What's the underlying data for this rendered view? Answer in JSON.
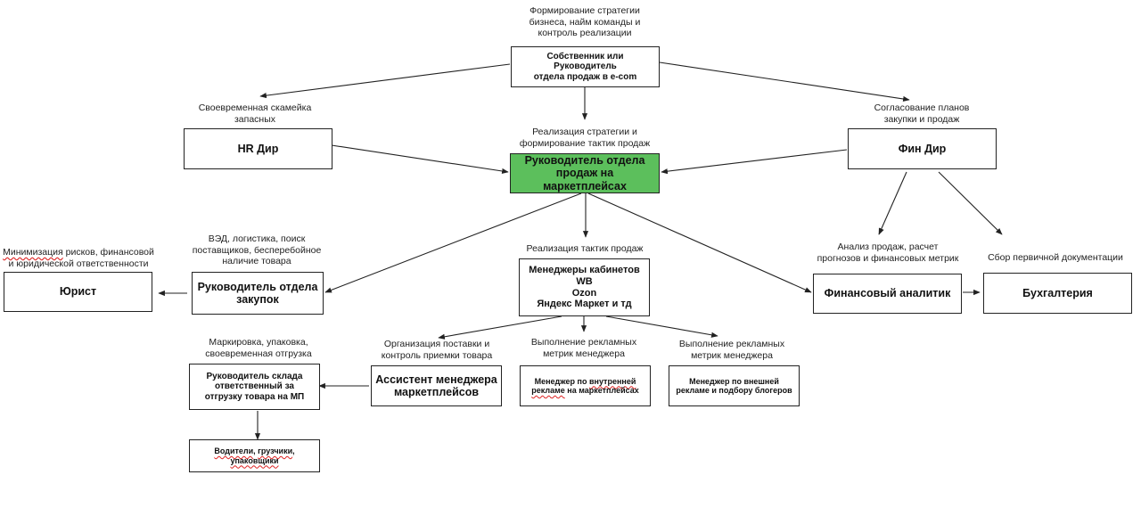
{
  "nodes": {
    "owner": "Собственник или Руководитель\nотдела продаж в e-com",
    "hr": "HR Дир",
    "head_mp": "Руководитель отдела\nпродаж на маркетплейсах",
    "fin": "Фин Дир",
    "lawyer": "Юрист",
    "procurement": "Руководитель отдела\nзакупок",
    "cabinets": "Менеджеры кабинетов\nWB\nOzon\nЯндекс Маркет и тд",
    "analyst": "Финансовый аналитик",
    "accounting": "Бухгалтерия",
    "warehouse": "Руководитель склада\nответственный за\nотгрузку товара на МП",
    "assistant": "Ассистент менеджера\nмаркетплейсов",
    "internal_ads_a": "Менеджер по ",
    "internal_ads_b": "внутренней",
    "internal_ads_c": "рекламе",
    "internal_ads_d": " на маркетплейсах",
    "external_ads": "Менеджер по внешней\nрекламе и подбору блогеров",
    "drivers_a": "Водители",
    "drivers_b": ", ",
    "drivers_c": "грузчики",
    "drivers_d": ",\n",
    "drivers_e": "упаковщики"
  },
  "notes": {
    "owner": "Формирование стратегии\nбизнеса, найм команды и\nконтроль реализации",
    "hr": "Своевременная скамейка\nзапасных",
    "fin": "Согласование планов\nзакупки и продаж",
    "head_mp": "Реализация стратегии и\nформирование тактик продаж",
    "lawyer_a": "Минимизация",
    "lawyer_b": " рисков, финансовой\nи юридической ответственности",
    "procurement": "ВЭД, логистика, поиск\nпоставщиков, бесперебойное\nналичие товара",
    "cabinets": "Реализация тактик продаж",
    "analyst": "Анализ продаж, расчет\nпрогнозов и финансовых метрик",
    "accounting": "Сбор первичной документации",
    "warehouse": "Маркировка, упаковка,\nсвоевременная отгрузка",
    "assistant": "Организация поставки и\nконтроль приемки товара",
    "internal_ads": "Выполнение рекламных\nметрик менеджера",
    "external_ads": "Выполнение рекламных\nметрик менеджера"
  },
  "colors": {
    "highlight": "#5cbf5c",
    "line": "#222222"
  }
}
